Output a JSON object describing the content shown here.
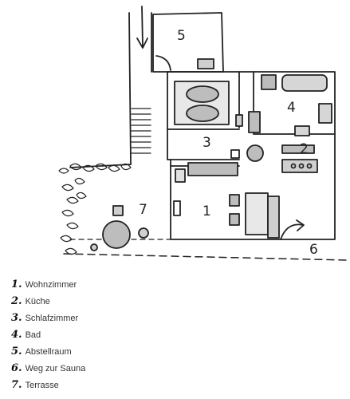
{
  "plan": {
    "room_numbers": [
      "5",
      "4",
      "3",
      "2",
      "1",
      "7",
      "6"
    ]
  },
  "legend": [
    {
      "num": "1.",
      "label": "Wohnzimmer"
    },
    {
      "num": "2.",
      "label": "Küche"
    },
    {
      "num": "3.",
      "label": "Schlafzimmer"
    },
    {
      "num": "4.",
      "label": "Bad"
    },
    {
      "num": "5.",
      "label": "Abstellraum"
    },
    {
      "num": "6.",
      "label": "Weg zur Sauna"
    },
    {
      "num": "7.",
      "label": "Terrasse"
    }
  ]
}
